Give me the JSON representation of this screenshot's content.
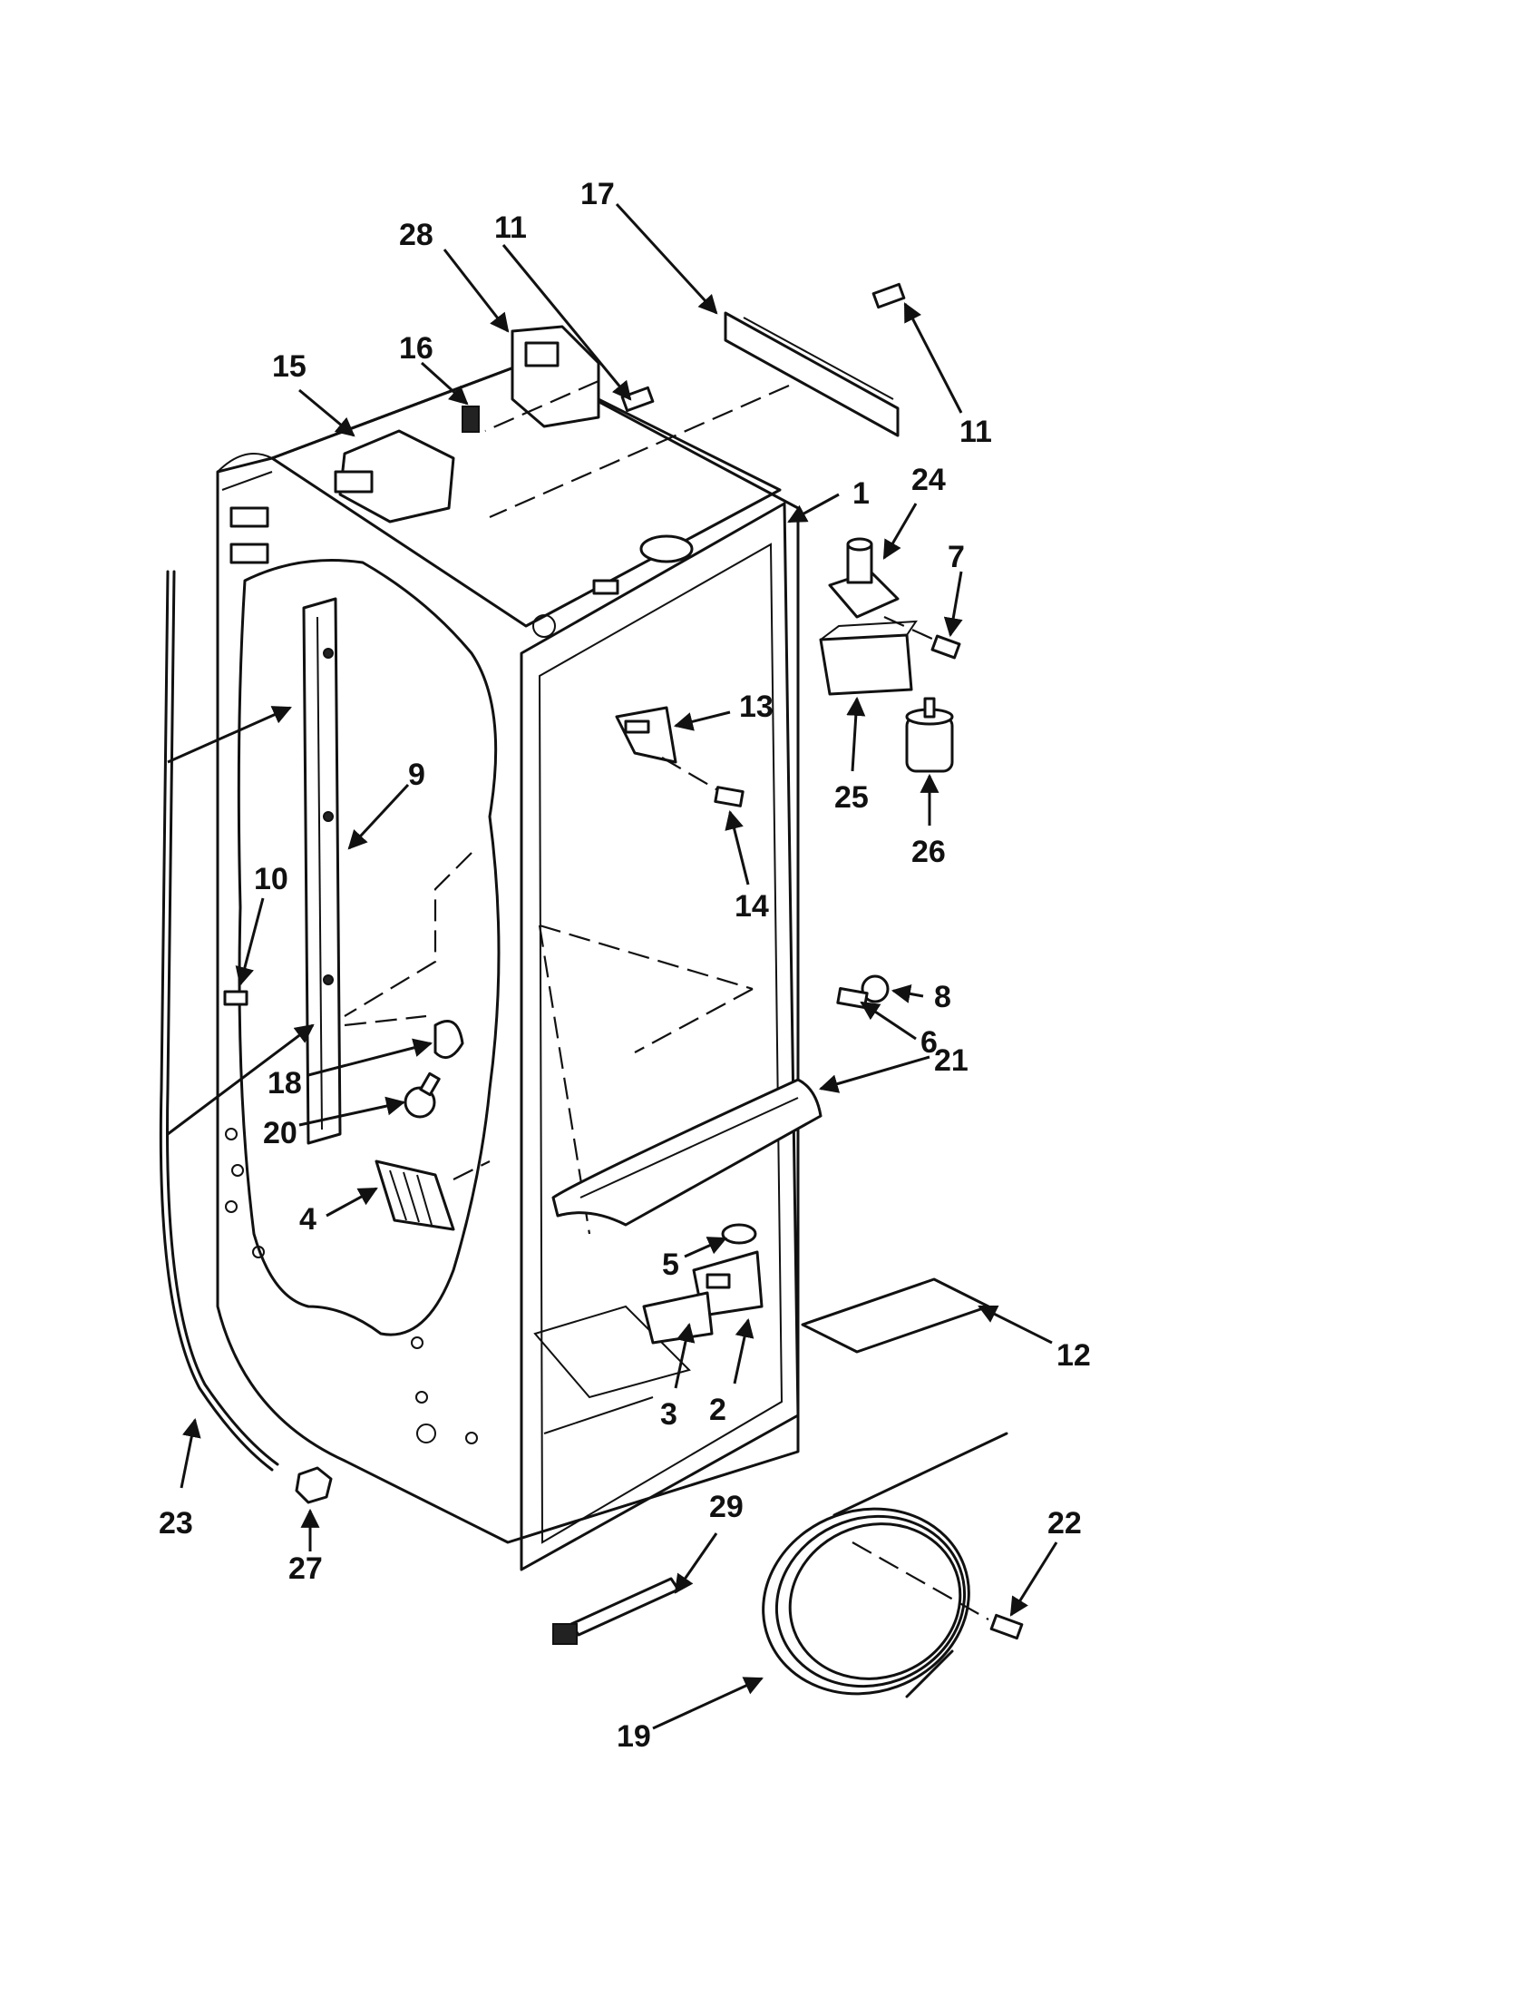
{
  "callouts": [
    {
      "id": "c1",
      "text": "1"
    },
    {
      "id": "c2",
      "text": "2"
    },
    {
      "id": "c3",
      "text": "3"
    },
    {
      "id": "c4",
      "text": "4"
    },
    {
      "id": "c5",
      "text": "5"
    },
    {
      "id": "c6",
      "text": "6"
    },
    {
      "id": "c7",
      "text": "7"
    },
    {
      "id": "c8",
      "text": "8"
    },
    {
      "id": "c9",
      "text": "9"
    },
    {
      "id": "c10",
      "text": "10"
    },
    {
      "id": "c11a",
      "text": "11"
    },
    {
      "id": "c11b",
      "text": "11"
    },
    {
      "id": "c12",
      "text": "12"
    },
    {
      "id": "c13",
      "text": "13"
    },
    {
      "id": "c14",
      "text": "14"
    },
    {
      "id": "c15",
      "text": "15"
    },
    {
      "id": "c16",
      "text": "16"
    },
    {
      "id": "c17",
      "text": "17"
    },
    {
      "id": "c18",
      "text": "18"
    },
    {
      "id": "c19",
      "text": "19"
    },
    {
      "id": "c20",
      "text": "20"
    },
    {
      "id": "c21",
      "text": "21"
    },
    {
      "id": "c22",
      "text": "22"
    },
    {
      "id": "c23",
      "text": "23"
    },
    {
      "id": "c24",
      "text": "24"
    },
    {
      "id": "c25",
      "text": "25"
    },
    {
      "id": "c26",
      "text": "26"
    },
    {
      "id": "c27",
      "text": "27"
    },
    {
      "id": "c28",
      "text": "28"
    },
    {
      "id": "c29",
      "text": "29"
    }
  ]
}
